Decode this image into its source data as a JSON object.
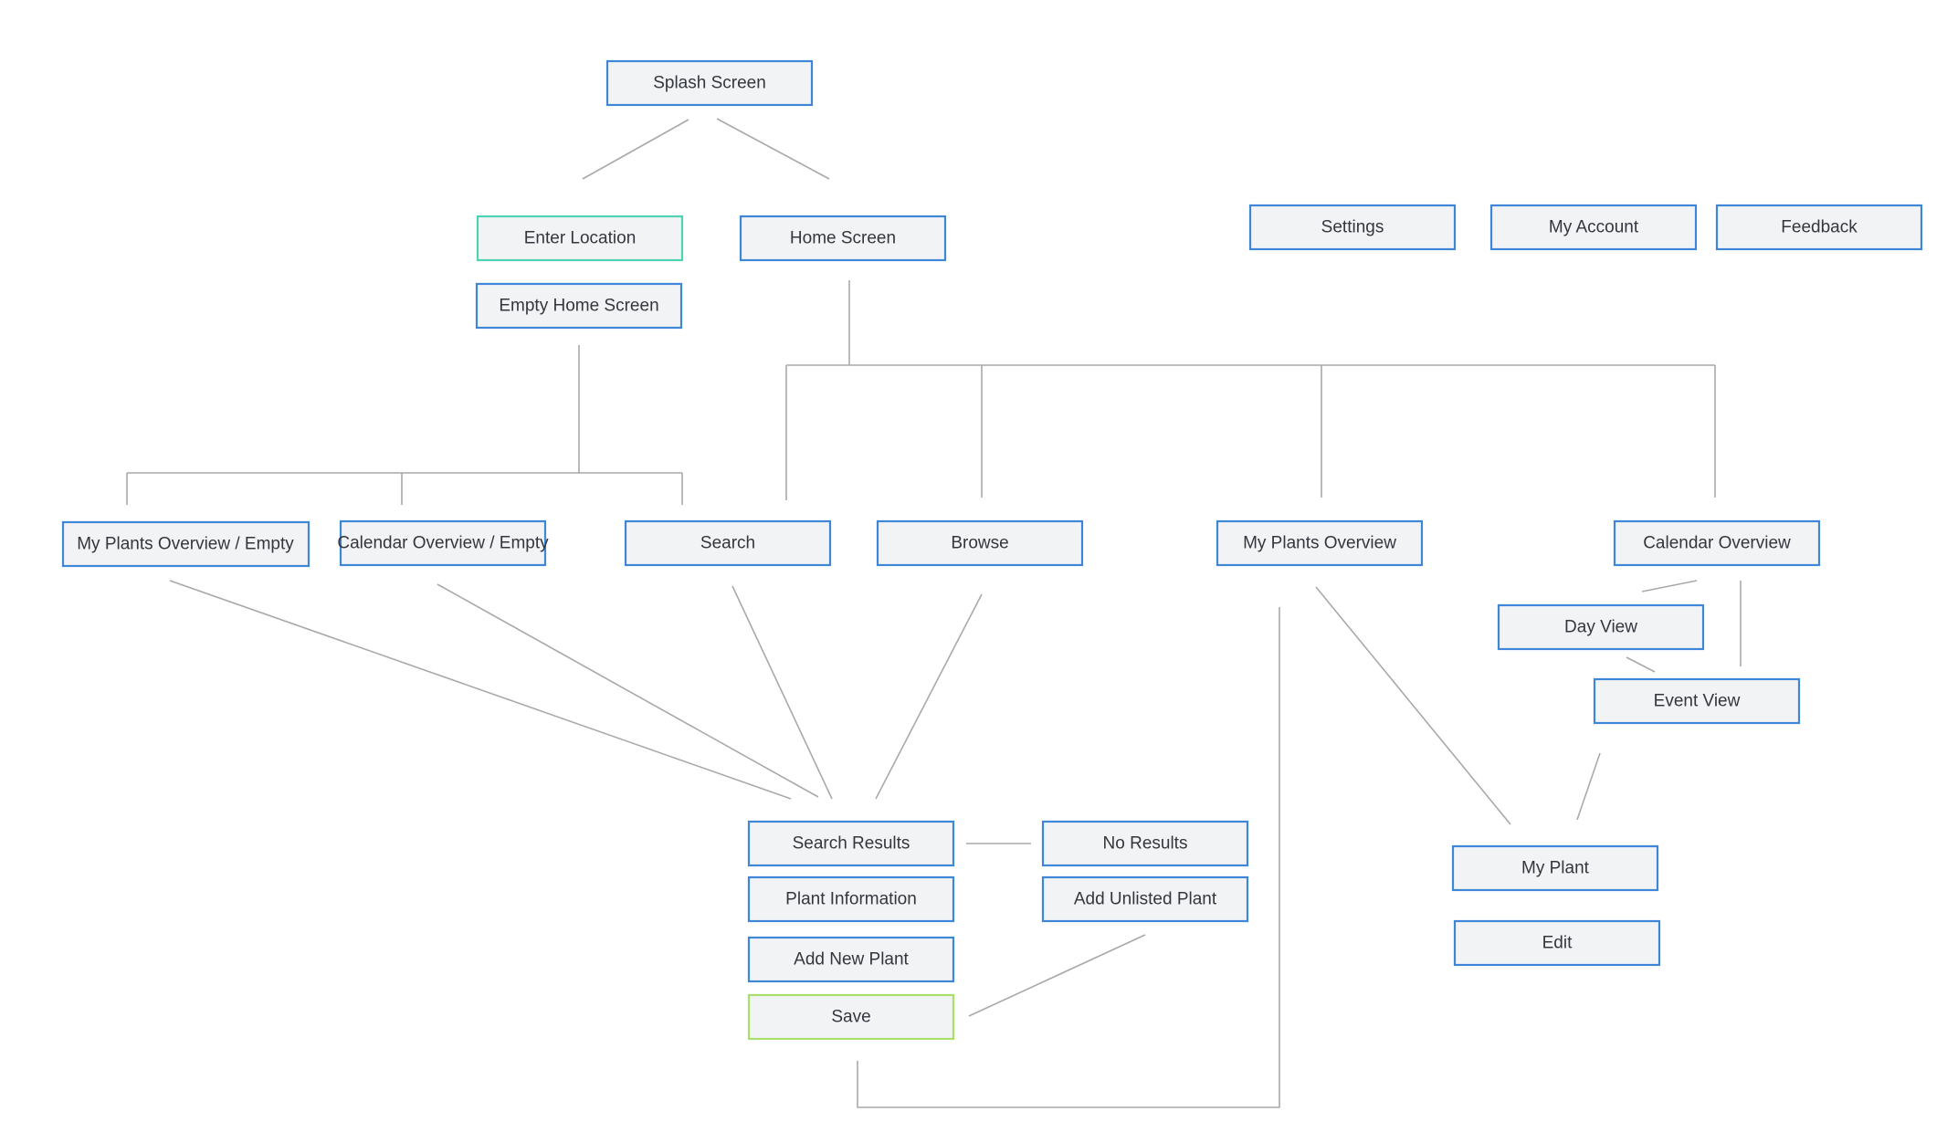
{
  "colors": {
    "background": "#ffffff",
    "node_fill": "#f2f3f5",
    "node_border_default": "#3d86d8",
    "node_border_teal": "#4fd1b4",
    "node_border_green": "#a8df6a",
    "connector": "#a9a9a9",
    "text": "#33373d"
  },
  "nodes": {
    "splash_screen": "Splash Screen",
    "enter_location": "Enter Location",
    "home_screen": "Home Screen",
    "empty_home_screen": "Empty Home Screen",
    "settings": "Settings",
    "my_account": "My Account",
    "feedback": "Feedback",
    "my_plants_overview_empty": "My Plants Overview / Empty",
    "calendar_overview_empty": "Calendar Overview / Empty",
    "search": "Search",
    "browse": "Browse",
    "my_plants_overview": "My Plants Overview",
    "calendar_overview": "Calendar Overview",
    "day_view": "Day View",
    "event_view": "Event View",
    "search_results": "Search Results",
    "no_results": "No Results",
    "plant_information": "Plant Information",
    "add_unlisted_plant": "Add Unlisted Plant",
    "add_new_plant": "Add New Plant",
    "save": "Save",
    "my_plant": "My Plant",
    "edit": "Edit"
  }
}
